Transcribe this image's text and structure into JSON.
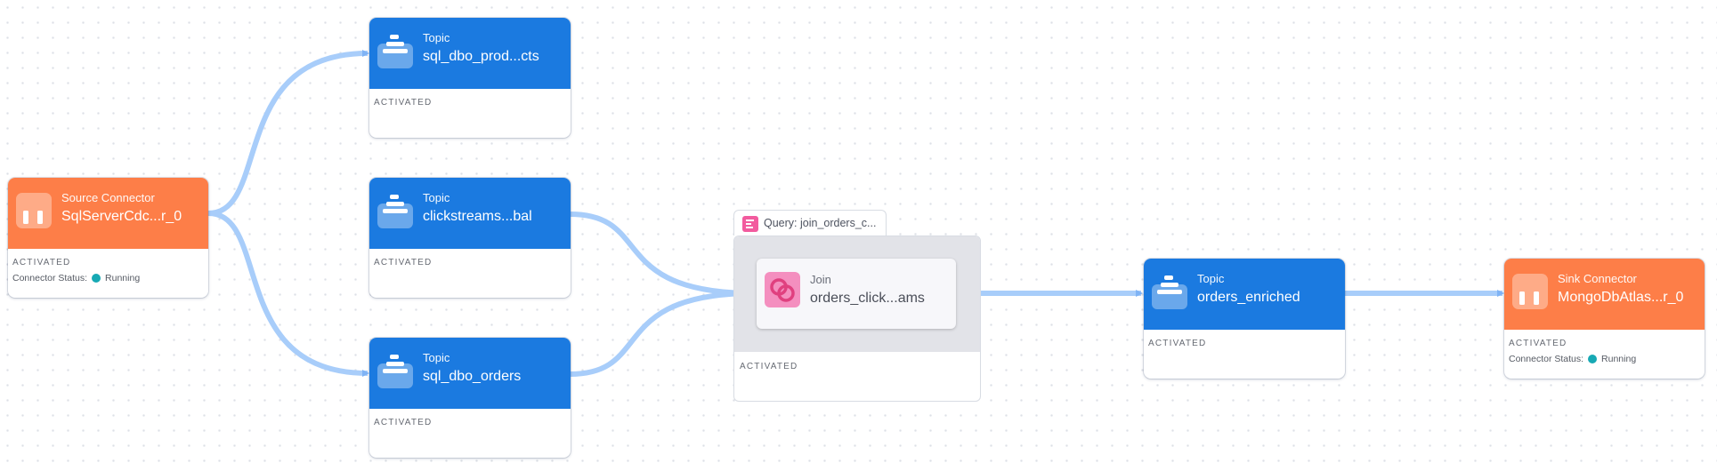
{
  "nodes": {
    "source": {
      "kind": "Source Connector",
      "name": "SqlServerCdc...r_0",
      "status": "ACTIVATED",
      "connector_status_label": "Connector Status:",
      "connector_status": "Running"
    },
    "topic_products": {
      "kind": "Topic",
      "name": "sql_dbo_prod...cts",
      "status": "ACTIVATED"
    },
    "topic_clickstreams": {
      "kind": "Topic",
      "name": "clickstreams...bal",
      "status": "ACTIVATED"
    },
    "topic_orders": {
      "kind": "Topic",
      "name": "sql_dbo_orders",
      "status": "ACTIVATED"
    },
    "query": {
      "label": "Query: join_orders_c...",
      "status": "ACTIVATED"
    },
    "join": {
      "kind": "Join",
      "name": "orders_click...ams"
    },
    "topic_enriched": {
      "kind": "Topic",
      "name": "orders_enriched",
      "status": "ACTIVATED"
    },
    "sink": {
      "kind": "Sink Connector",
      "name": "MongoDbAtlas...r_0",
      "status": "ACTIVATED",
      "connector_status_label": "Connector Status:",
      "connector_status": "Running"
    }
  },
  "colors": {
    "topic": "#1b7ae0",
    "connector": "#fd7e48",
    "edge": "#a8cdfa",
    "running": "#17a9b4",
    "query_icon": "#f25b9e"
  }
}
